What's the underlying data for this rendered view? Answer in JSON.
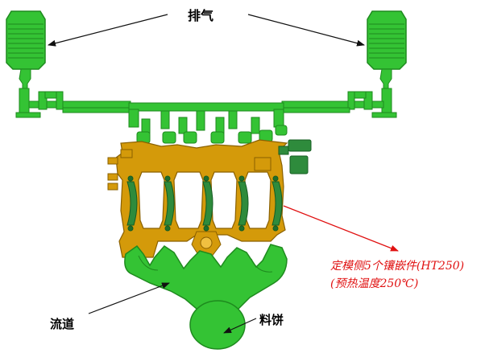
{
  "labels": {
    "exhaust": "排气",
    "runner": "流道",
    "biscuit": "料饼",
    "insert_line1": "定模侧5个镶嵌件(HT250)",
    "insert_line2": "(预热温度250℃)"
  },
  "colors": {
    "gating_green": "#32c832",
    "casting_gold": "#d49a0a",
    "insert_green": "#2e8b3c",
    "annotation_red": "#e01010",
    "arrow_black": "#111111"
  }
}
